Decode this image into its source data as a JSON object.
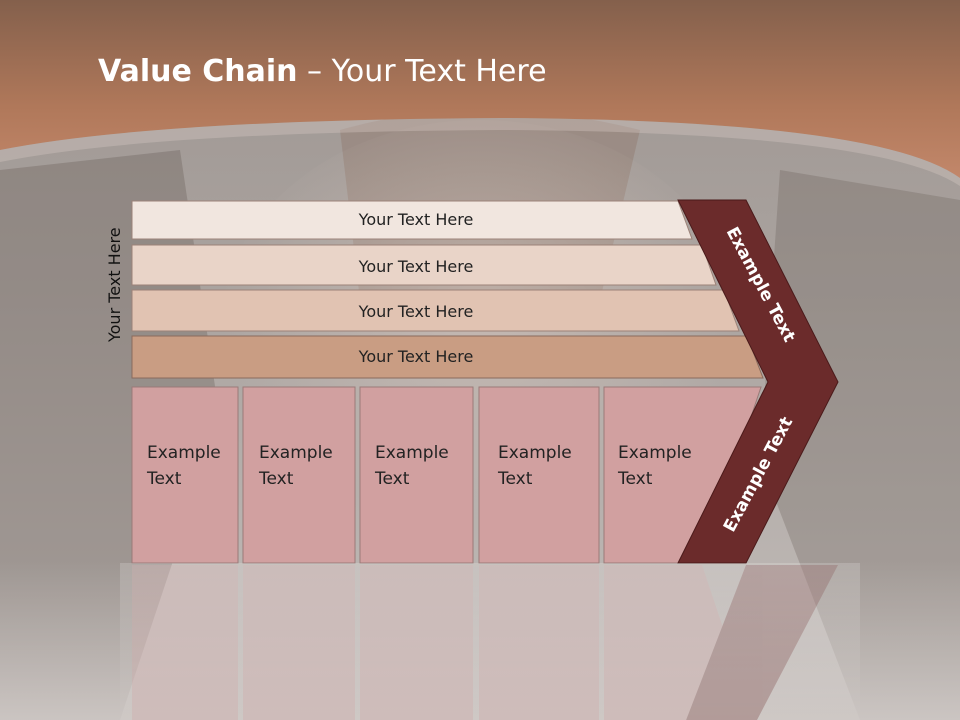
{
  "slide": {
    "title_bold": "Value Chain",
    "title_rest": " – Your Text Here",
    "side_label": "Your Text Here"
  },
  "support_bars": [
    {
      "label": "Your Text Here",
      "color": "#f1e6df"
    },
    {
      "label": "Your Text Here",
      "color": "#e9d4c8"
    },
    {
      "label": "Your Text Here",
      "color": "#e1c3b2"
    },
    {
      "label": "Your Text Here",
      "color": "#c99d83"
    }
  ],
  "primary_boxes": [
    {
      "line1": "Example",
      "line2": "Text"
    },
    {
      "line1": "Example",
      "line2": "Text"
    },
    {
      "line1": "Example",
      "line2": "Text"
    },
    {
      "line1": "Example",
      "line2": "Text"
    },
    {
      "line1": "Example",
      "line2": "Text"
    }
  ],
  "margin_arrow": {
    "upper_label": "Example Text",
    "lower_label": "Example Text",
    "color": "#6b2b2b"
  },
  "colors": {
    "header_band": "#b0785a",
    "box_fill": "#d1a0a0"
  }
}
